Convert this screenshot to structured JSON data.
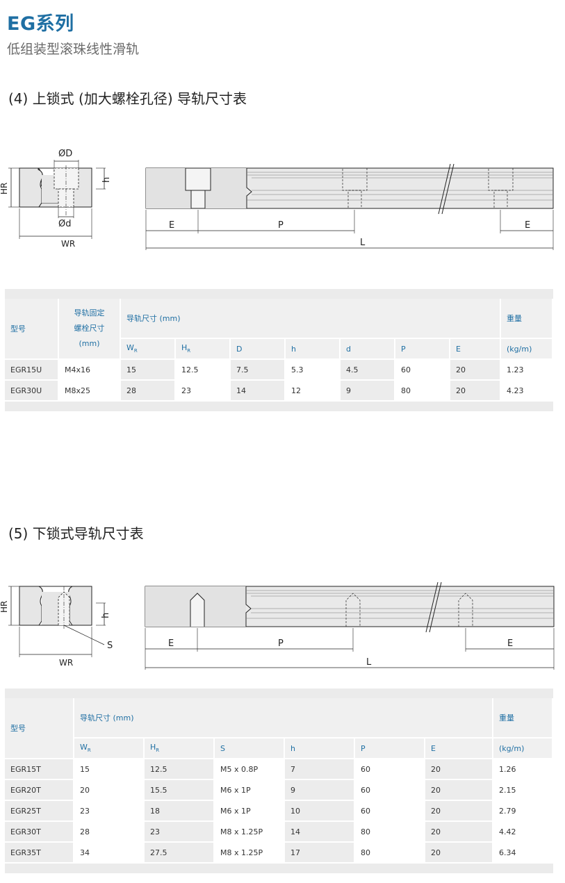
{
  "header": {
    "title": "EG系列",
    "subtitle": "低组装型滚珠线性滑轨"
  },
  "section4": {
    "title": "(4) 上锁式 (加大螺栓孔径) 导轨尺寸表",
    "diagram_labels": {
      "D": "ØD",
      "d": "Ød",
      "h": "h",
      "HR": "HR",
      "WR": "WR",
      "E_left": "E",
      "P": "P",
      "E_right": "E",
      "L": "L"
    },
    "table": {
      "col_model": "型号",
      "col_bolt": [
        "导轨固定",
        "螺栓尺寸",
        "(mm)"
      ],
      "col_dims": "导轨尺寸 (mm)",
      "col_weight": "重量",
      "sub_headers": [
        "WR",
        "HR",
        "D",
        "h",
        "d",
        "P",
        "E",
        "(kg/m)"
      ],
      "rows": [
        {
          "model": "EGR15U",
          "bolt": "M4x16",
          "WR": "15",
          "HR": "12.5",
          "D": "7.5",
          "h": "5.3",
          "d": "4.5",
          "P": "60",
          "E": "20",
          "weight": "1.23"
        },
        {
          "model": "EGR30U",
          "bolt": "M8x25",
          "WR": "28",
          "HR": "23",
          "D": "14",
          "h": "12",
          "d": "9",
          "P": "80",
          "E": "20",
          "weight": "4.23"
        }
      ]
    }
  },
  "section5": {
    "title": "(5) 下锁式导轨尺寸表",
    "diagram_labels": {
      "h": "h",
      "HR": "HR",
      "WR": "WR",
      "S": "S",
      "E_left": "E",
      "P": "P",
      "E_right": "E",
      "L": "L"
    },
    "table": {
      "col_model": "型号",
      "col_dims": "导轨尺寸 (mm)",
      "col_weight": "重量",
      "sub_headers": [
        "WR",
        "HR",
        "S",
        "h",
        "P",
        "E",
        "(kg/m)"
      ],
      "rows": [
        {
          "model": "EGR15T",
          "WR": "15",
          "HR": "12.5",
          "S": "M5 x 0.8P",
          "h": "7",
          "P": "60",
          "E": "20",
          "weight": "1.26"
        },
        {
          "model": "EGR20T",
          "WR": "20",
          "HR": "15.5",
          "S": "M6 x 1P",
          "h": "9",
          "P": "60",
          "E": "20",
          "weight": "2.15"
        },
        {
          "model": "EGR25T",
          "WR": "23",
          "HR": "18",
          "S": "M6 x 1P",
          "h": "10",
          "P": "60",
          "E": "20",
          "weight": "2.79"
        },
        {
          "model": "EGR30T",
          "WR": "28",
          "HR": "23",
          "S": "M8 x 1.25P",
          "h": "14",
          "P": "80",
          "E": "20",
          "weight": "4.42"
        },
        {
          "model": "EGR35T",
          "WR": "34",
          "HR": "27.5",
          "S": "M8 x 1.25P",
          "h": "17",
          "P": "80",
          "E": "20",
          "weight": "6.34"
        }
      ]
    }
  }
}
